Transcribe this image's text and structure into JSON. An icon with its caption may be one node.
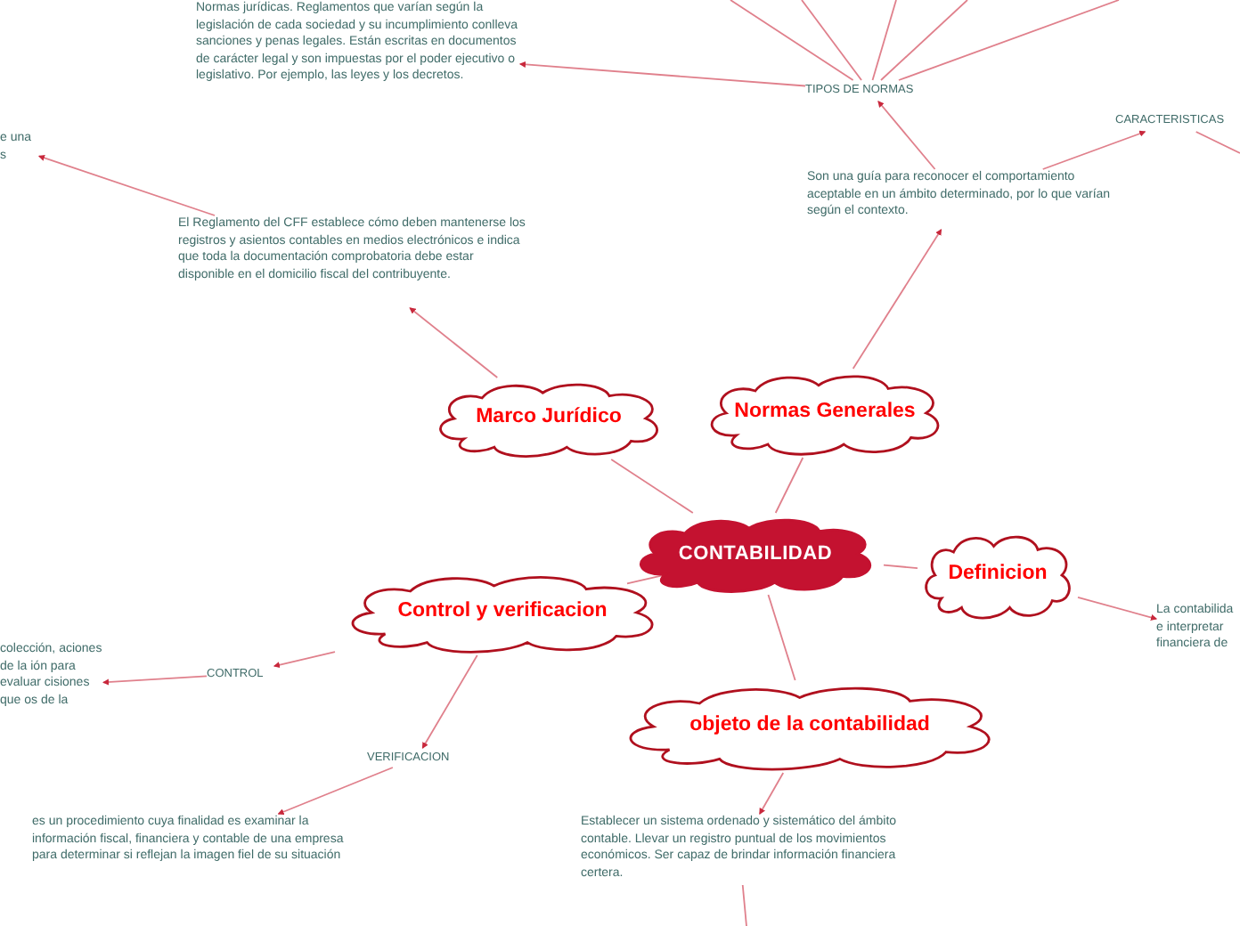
{
  "diagram": {
    "nodes": [
      {
        "text": [
          "CONTABILIDAD"
        ]
      },
      {
        "text": [
          "Marco Jurídico"
        ]
      },
      {
        "text": [
          "Normas Generales"
        ]
      },
      {
        "text": [
          "Definicion"
        ]
      },
      {
        "text": [
          "Control y verificacion"
        ]
      },
      {
        "text": [
          "objeto de la contabilidad"
        ]
      },
      {
        "text": [
          "El Reglamento del CFF establece cómo deben mantenerse los registros y asientos contables en medios electrónicos e indica que toda la documentación comprobatoria debe estar disponible en el domicilio fiscal del contribuyente."
        ]
      },
      {
        "text": [
          "e una s"
        ]
      },
      {
        "text": [
          "Son una guía para reconocer el comportamiento aceptable en un ámbito determinado, por lo que varían según el contexto."
        ]
      },
      {
        "text": [
          "TIPOS DE NORMAS"
        ]
      },
      {
        "text": [
          "Normas jurídicas. Reglamentos que varían según la legislación de cada sociedad y su incumplimiento conlleva sanciones y penas legales. Están escritas en documentos de carácter legal y son impuestas por el poder ejecutivo o legislativo. Por ejemplo, las leyes y los decretos."
        ]
      },
      {
        "text": [
          "CARACTERISTICAS"
        ]
      },
      {
        "text": [
          "La contabilida e interpretar financiera de"
        ]
      },
      {
        "text": [
          "CONTROL"
        ]
      },
      {
        "text": [
          "colección, aciones de la ión para evaluar cisiones que os de la"
        ]
      },
      {
        "text": [
          "VERIFICACION"
        ]
      },
      {
        "text": [
          "es un procedimiento cuya finalidad es examinar la información fiscal, financiera y contable de una empresa para determinar si reflejan la imagen fiel de su situación"
        ]
      },
      {
        "text": [
          "Establecer un sistema ordenado y sistemático del ámbito contable. Llevar un registro puntual de los movimientos económicos. Ser capaz de brindar información financiera certera."
        ]
      }
    ],
    "edges": [
      {
        "from": 0,
        "to": 1,
        "arrow": "none"
      },
      {
        "from": 0,
        "to": 2,
        "arrow": "none"
      },
      {
        "from": 0,
        "to": 3,
        "arrow": "none"
      },
      {
        "from": 0,
        "to": 4,
        "arrow": "none"
      },
      {
        "from": 0,
        "to": 5,
        "arrow": "none"
      },
      {
        "from": 1,
        "to": 6,
        "arrow": "to"
      },
      {
        "from": 6,
        "to": 7,
        "arrow": "to"
      },
      {
        "from": 2,
        "to": 8,
        "arrow": "to"
      },
      {
        "from": 8,
        "to": 9,
        "arrow": "to"
      },
      {
        "from": 9,
        "to": 10,
        "arrow": "to"
      },
      {
        "from": 9,
        "to": null,
        "arrow": "none"
      },
      {
        "from": 9,
        "to": null,
        "arrow": "none"
      },
      {
        "from": 9,
        "to": null,
        "arrow": "none"
      },
      {
        "from": 9,
        "to": null,
        "arrow": "none"
      },
      {
        "from": 9,
        "to": null,
        "arrow": "none"
      },
      {
        "from": 8,
        "to": 11,
        "arrow": "to"
      },
      {
        "from": 11,
        "to": null,
        "arrow": "none"
      },
      {
        "from": 3,
        "to": 12,
        "arrow": "to"
      },
      {
        "from": 4,
        "to": 13,
        "arrow": "to"
      },
      {
        "from": 13,
        "to": 14,
        "arrow": "to"
      },
      {
        "from": 4,
        "to": 15,
        "arrow": "to"
      },
      {
        "from": 15,
        "to": 16,
        "arrow": "to"
      },
      {
        "from": 5,
        "to": 17,
        "arrow": "to"
      },
      {
        "from": 17,
        "to": null,
        "arrow": "none"
      }
    ]
  }
}
